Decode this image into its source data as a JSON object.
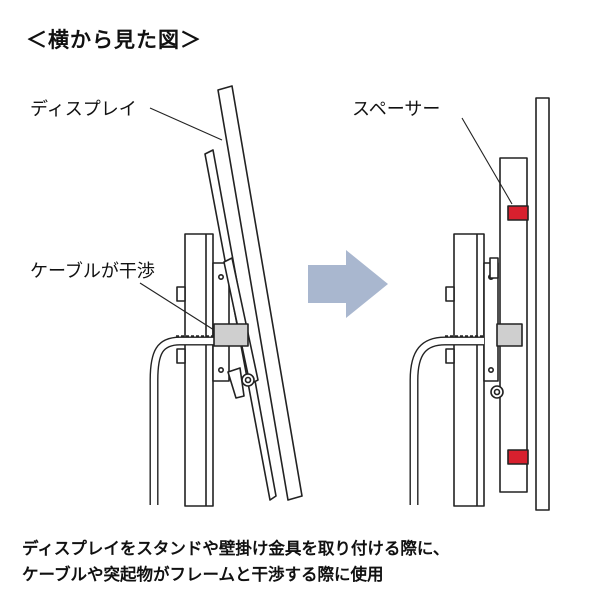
{
  "title": "＜横から見た図＞",
  "labels": {
    "display": "ディスプレイ",
    "cable_interference": "ケーブルが干渉",
    "spacer": "スペーサー"
  },
  "caption": {
    "line1": "ディスプレイをスタンドや壁掛け金具を取り付ける際に、",
    "line2": "ケーブルや突起物がフレームと干渉する際に使用"
  },
  "colors": {
    "spacer": "#d8202e",
    "arrow": "#a9b7cf",
    "cable_sleeve": "#cfcfcf",
    "line": "#222222"
  }
}
